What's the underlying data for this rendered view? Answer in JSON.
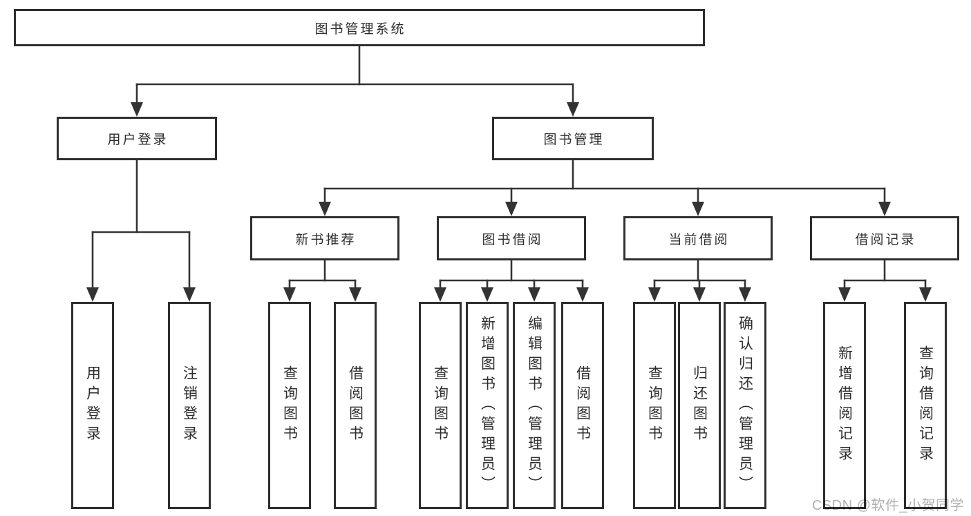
{
  "diagram_title": "图书管理系统",
  "tree": {
    "label": "图书管理系统",
    "children": [
      {
        "label": "用户登录",
        "children": [
          {
            "label": "用户登录"
          },
          {
            "label": "注销登录"
          }
        ]
      },
      {
        "label": "图书管理",
        "children": [
          {
            "label": "新书推荐",
            "children": [
              {
                "label": "查询图书"
              },
              {
                "label": "借阅图书"
              }
            ]
          },
          {
            "label": "图书借阅",
            "children": [
              {
                "label": "查询图书"
              },
              {
                "label": "新增图书（管理员）"
              },
              {
                "label": "编辑图书（管理员）"
              },
              {
                "label": "借阅图书"
              }
            ]
          },
          {
            "label": "当前借阅",
            "children": [
              {
                "label": "查询图书"
              },
              {
                "label": "归还图书"
              },
              {
                "label": "确认归还（管理员）"
              }
            ]
          },
          {
            "label": "借阅记录",
            "children": [
              {
                "label": "新增借阅记录"
              },
              {
                "label": "查询借阅记录"
              }
            ]
          }
        ]
      }
    ]
  },
  "watermark": {
    "text": "CSDN @软件_小贺同学"
  },
  "colors": {
    "line": "#333333",
    "box_border": "#2e2e2e",
    "text": "#2d2d2d",
    "watermark": "#b1b1b1",
    "background": "#ffffff"
  }
}
